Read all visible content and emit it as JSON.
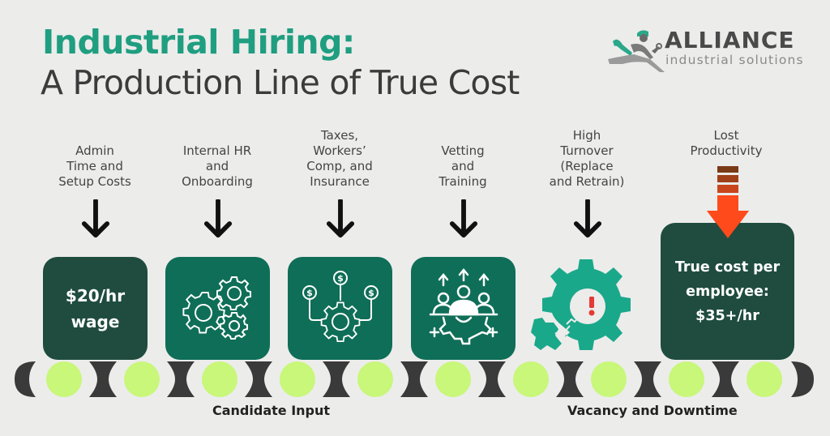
{
  "header": {
    "title_line1": "Industrial Hiring:",
    "title_line2": "A Production Line of True Cost"
  },
  "logo": {
    "wordmark": "ALLIANCE",
    "tagline": "industrial solutions",
    "icon": "running-worker-with-wrench-icon"
  },
  "colors": {
    "background": "#ececeb",
    "title_accent": "#1f9e80",
    "title_text": "#3b3b3b",
    "box_dark": "#1f4c3e",
    "box_mid": "#0f6e57",
    "gear_teal": "#1aa88a",
    "belt_dark": "#3a3a3a",
    "belt_roller": "#c8f77a",
    "alert_red": "#e53935",
    "lost_arrow": "#ff4a1c"
  },
  "stages": [
    {
      "label": "Admin Time and Setup Costs",
      "lines": [
        "Admin",
        "Time and",
        "Setup Costs"
      ],
      "box_text": [
        "$20/hr",
        "wage"
      ],
      "icon": "none"
    },
    {
      "label": "Internal HR and Onboarding",
      "lines": [
        "Internal HR",
        "and",
        "Onboarding"
      ],
      "icon": "gears-icon"
    },
    {
      "label": "Taxes, Workers' Comp, and Insurance",
      "lines": [
        "Taxes,",
        "Workers’",
        "Comp, and",
        "Insurance"
      ],
      "icon": "gear-dollar-network-icon"
    },
    {
      "label": "Vetting and Training",
      "lines": [
        "Vetting",
        "and",
        "Training"
      ],
      "icon": "team-growth-gear-icon"
    },
    {
      "label": "High Turnover (Replace and Retrain)",
      "lines": [
        "High",
        "Turnover",
        "(Replace",
        "and Retrain)"
      ],
      "icon": "broken-gear-alert-icon"
    },
    {
      "label": "Lost Productivity",
      "lines": [
        "Lost",
        "Productivity"
      ],
      "box_text": [
        "True cost per",
        "employee:",
        "$35+/hr"
      ],
      "icon": "striped-down-arrow-icon"
    }
  ],
  "belt": {
    "captions": [
      "Candidate Input",
      "Vacancy and Downtime"
    ],
    "roller_count": 10
  }
}
